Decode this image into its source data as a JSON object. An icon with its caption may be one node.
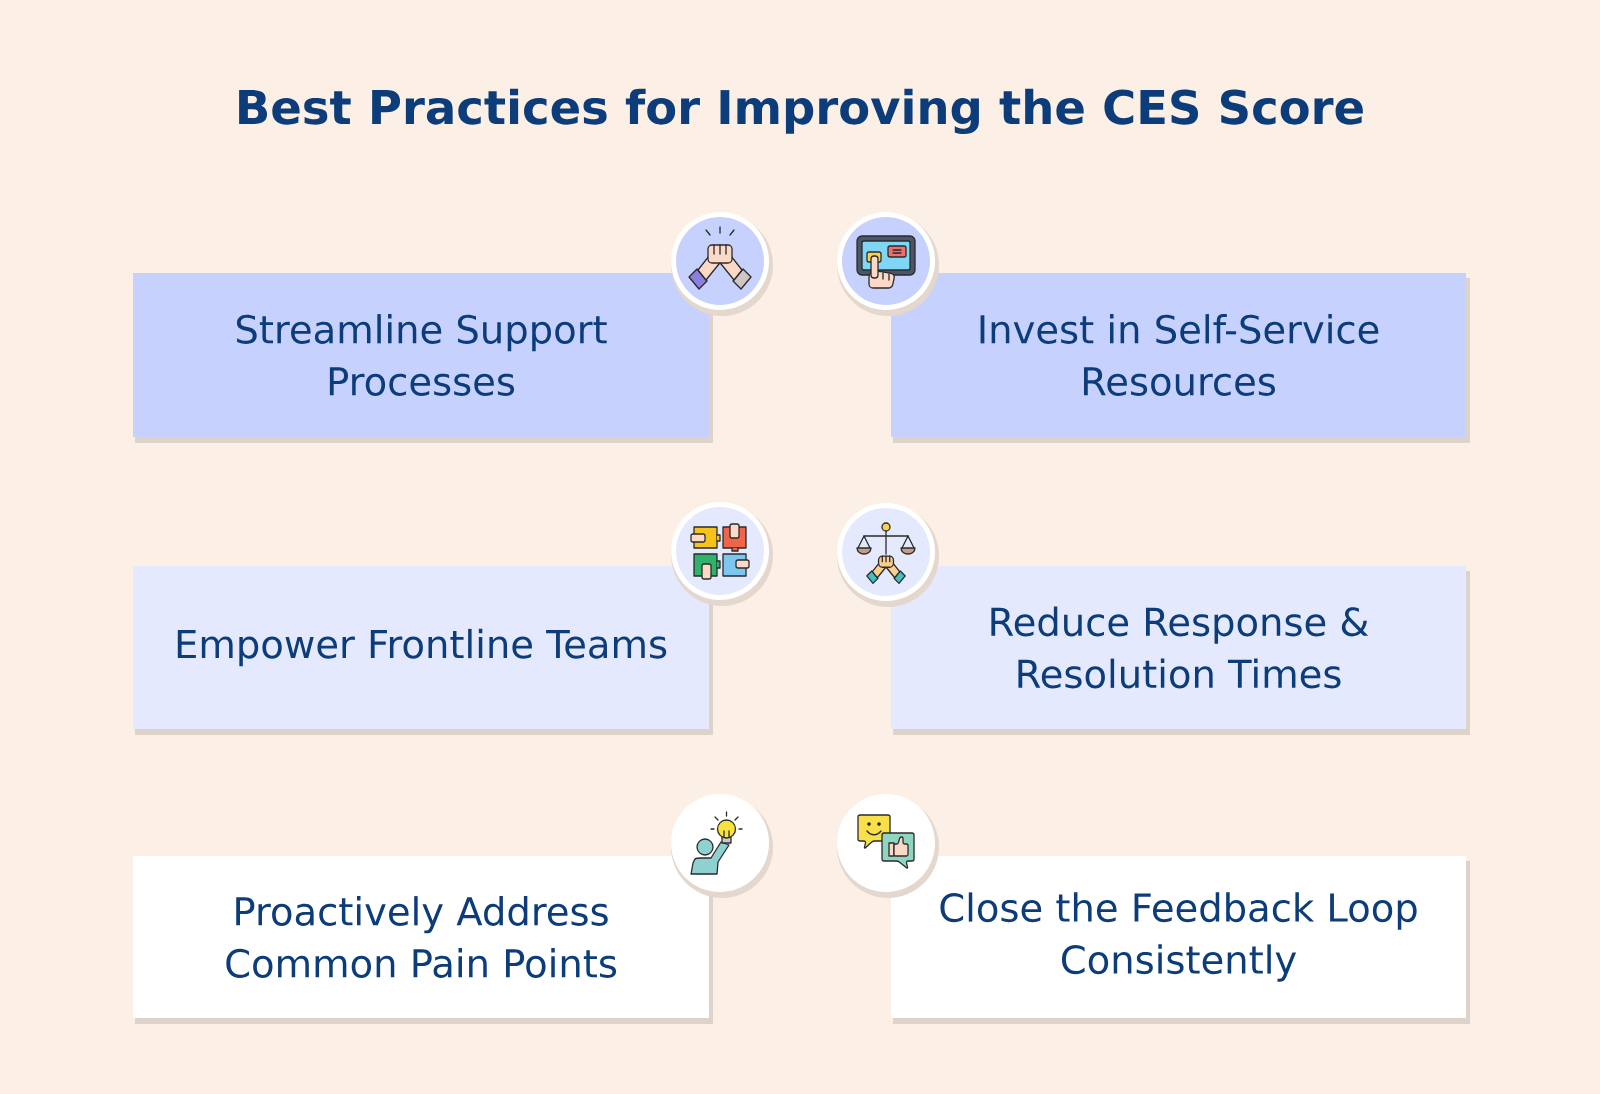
{
  "diagram": {
    "title": "Best Practices for Improving the CES Score",
    "nodes": [
      {
        "text": [
          "Streamline Support Processes"
        ]
      },
      {
        "text": [
          "Invest in Self-Service Resources"
        ]
      },
      {
        "text": [
          "Empower Frontline Teams"
        ]
      },
      {
        "text": [
          "Reduce Response & Resolution Times"
        ]
      },
      {
        "text": [
          "Proactively Address Common Pain Points"
        ]
      },
      {
        "text": [
          "Close the Feedback Loop Consistently"
        ]
      }
    ]
  }
}
